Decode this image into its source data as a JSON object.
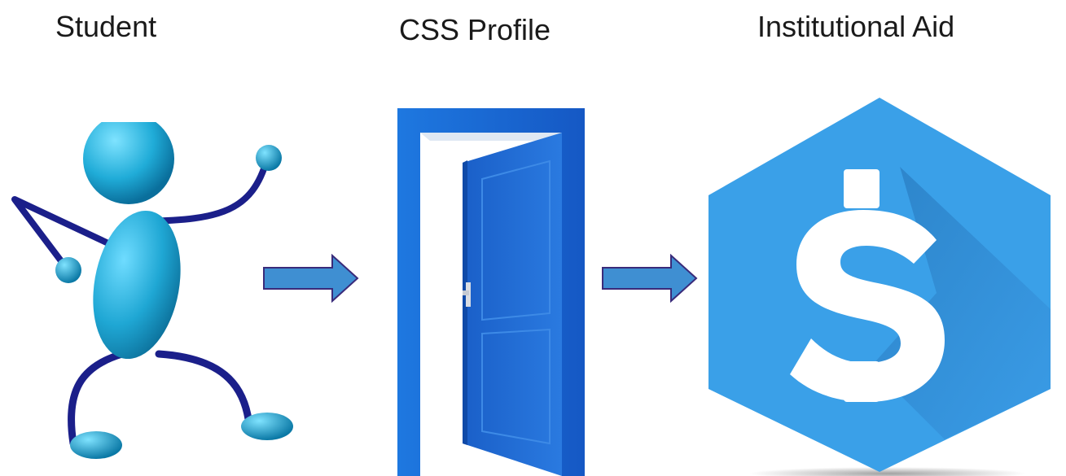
{
  "steps": [
    {
      "label": "Student",
      "icon": "stick-figure-icon"
    },
    {
      "label": "CSS Profile",
      "icon": "open-door-icon"
    },
    {
      "label": "Institutional Aid",
      "icon": "dollar-hexagon-icon"
    }
  ],
  "connectors": [
    {
      "icon": "right-arrow-icon"
    },
    {
      "icon": "right-arrow-icon"
    }
  ],
  "colors": {
    "figure_light": "#29b6e8",
    "figure_dark": "#0a6f9c",
    "limb": "#1b1f8a",
    "arrow_fill": "#3f8fd2",
    "arrow_stroke": "#3a2b7a",
    "door_frame": "#1e6fd6",
    "door_panel": "#1a66d0",
    "hexagon": "#3aa0e8",
    "hexagon_shadow": "#2e86cc"
  }
}
